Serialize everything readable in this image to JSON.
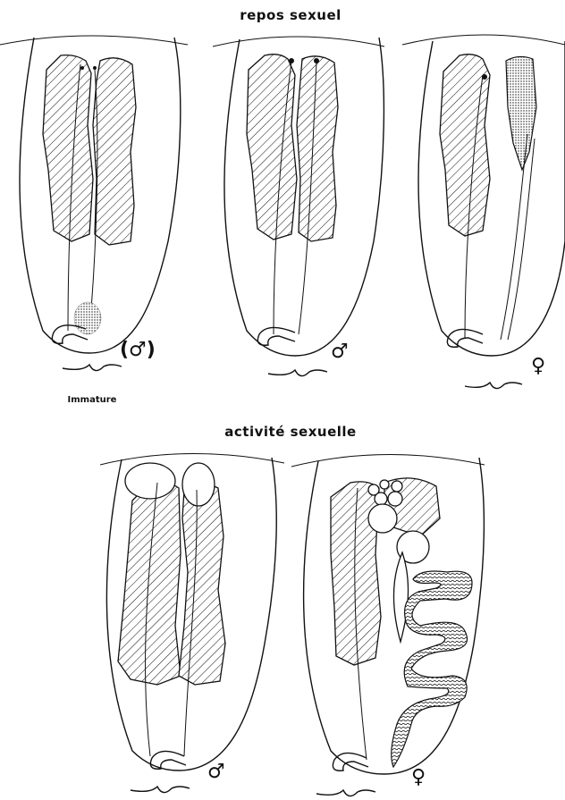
{
  "titles": {
    "top": "repos sexuel",
    "bottom": "activité sexuelle"
  },
  "panels": {
    "p1": {
      "symbol": "(♂)",
      "caption": "Immature"
    },
    "p2": {
      "symbol": "♂"
    },
    "p3": {
      "symbol": "♀"
    },
    "p4": {
      "symbol": "♂"
    },
    "p5": {
      "symbol": "♀"
    }
  }
}
